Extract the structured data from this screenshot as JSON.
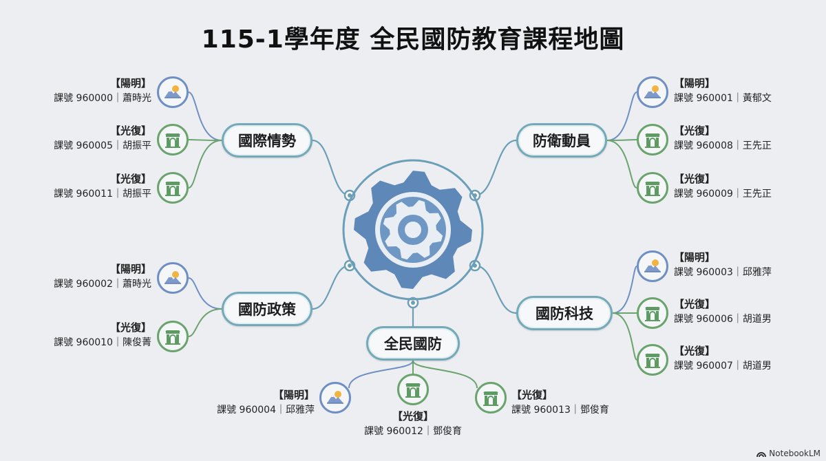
{
  "title": "115-1學年度 全民國防教育課程地圖",
  "brand": "NotebookLM",
  "colors": {
    "background": "#eceef2",
    "yangming": "#6f8fc4",
    "guangfu": "#6aa36d",
    "hub_border": "#74aab8",
    "gear": "#5d88b8"
  },
  "center_icon": "gear-icon",
  "hubs": [
    {
      "name": "國際情勢",
      "courses": [
        {
          "campus": "【陽明】",
          "code": "課號 960000｜蕭時光",
          "icon": "mountain-sun-icon"
        },
        {
          "campus": "【光復】",
          "code": "課號 960005｜胡振平",
          "icon": "gate-icon"
        },
        {
          "campus": "【光復】",
          "code": "課號 960011｜胡振平",
          "icon": "gate-icon"
        }
      ]
    },
    {
      "name": "防衛動員",
      "courses": [
        {
          "campus": "【陽明】",
          "code": "課號 960001｜黃郁文",
          "icon": "mountain-sun-icon"
        },
        {
          "campus": "【光復】",
          "code": "課號 960008｜王先正",
          "icon": "gate-icon"
        },
        {
          "campus": "【光復】",
          "code": "課號 960009｜王先正",
          "icon": "gate-icon"
        }
      ]
    },
    {
      "name": "國防政策",
      "courses": [
        {
          "campus": "【陽明】",
          "code": "課號 960002｜蕭時光",
          "icon": "mountain-sun-icon"
        },
        {
          "campus": "【光復】",
          "code": "課號 960010｜陳俊菁",
          "icon": "gate-icon"
        }
      ]
    },
    {
      "name": "國防科技",
      "courses": [
        {
          "campus": "【陽明】",
          "code": "課號 960003｜邱雅萍",
          "icon": "mountain-sun-icon"
        },
        {
          "campus": "【光復】",
          "code": "課號 960006｜胡道男",
          "icon": "gate-icon"
        },
        {
          "campus": "【光復】",
          "code": "課號 960007｜胡道男",
          "icon": "gate-icon"
        }
      ]
    },
    {
      "name": "全民國防",
      "courses": [
        {
          "campus": "【陽明】",
          "code": "課號 960004｜邱雅萍",
          "icon": "mountain-sun-icon"
        },
        {
          "campus": "【光復】",
          "code": "課號 960012｜鄧俊育",
          "icon": "gate-icon"
        },
        {
          "campus": "【光復】",
          "code": "課號 960013｜鄧俊育",
          "icon": "gate-icon"
        }
      ]
    }
  ]
}
